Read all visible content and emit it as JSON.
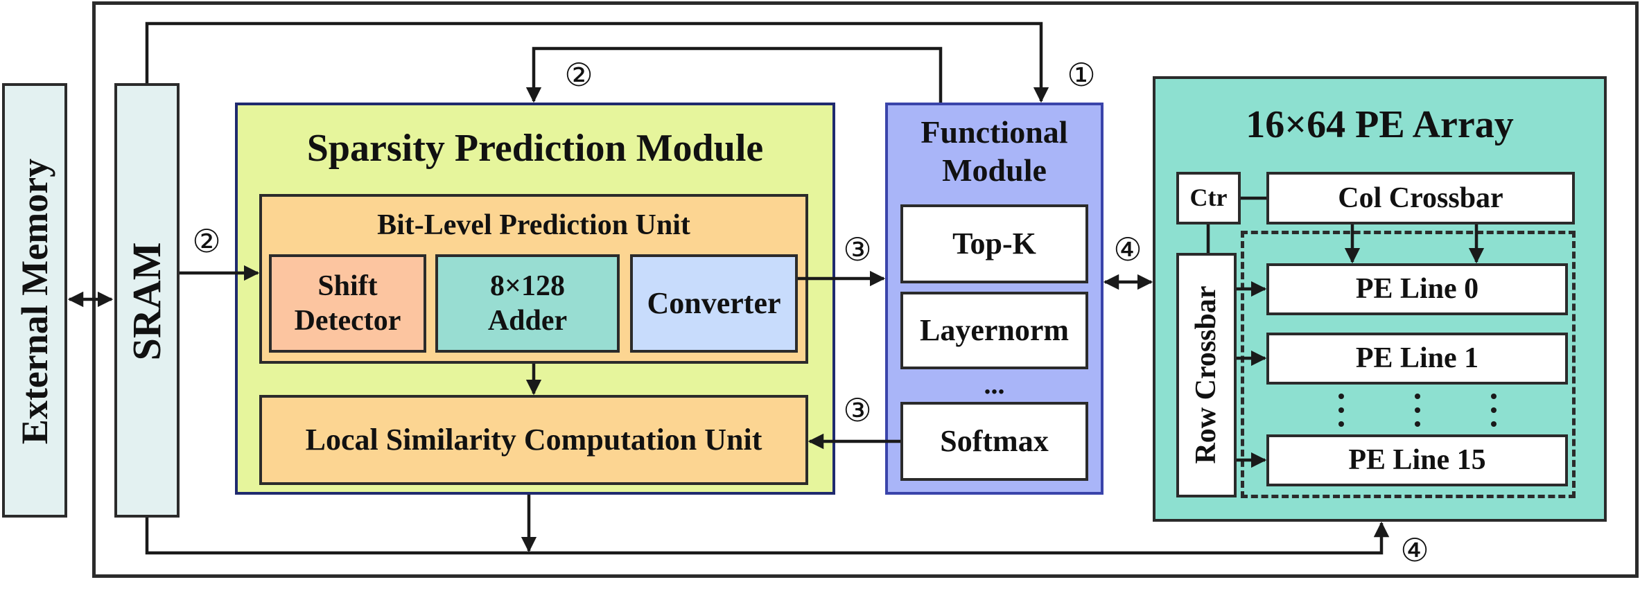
{
  "external_memory": {
    "label": "External Memory"
  },
  "sram": {
    "label": "SRAM"
  },
  "sparsity_module": {
    "title": "Sparsity Prediction Module",
    "bit_level_unit": {
      "title": "Bit-Level Prediction Unit",
      "shift_detector": "Shift\nDetector",
      "adder": "8×128\nAdder",
      "converter": "Converter"
    },
    "local_similarity": "Local Similarity Computation Unit"
  },
  "functional_module": {
    "title": "Functional\nModule",
    "items": [
      "Top-K",
      "Layernorm",
      "...",
      "Softmax"
    ]
  },
  "pe_array": {
    "title": "16×64 PE Array",
    "ctr": "Ctr",
    "col_crossbar": "Col Crossbar",
    "row_crossbar": "Row Crossbar",
    "pe_lines": [
      "PE Line 0",
      "PE Line 1",
      "PE Line 15"
    ]
  },
  "markers": {
    "one": "①",
    "two": "②",
    "three": "③",
    "four": "④"
  },
  "colors": {
    "memory_fill": "#e3f1f1",
    "sparsity_fill": "#e6f59c",
    "sparsity_border": "#1f2a6e",
    "bit_level_fill": "#fcd592",
    "shift_fill": "#fcc5a0",
    "adder_fill": "#98ddd2",
    "converter_fill": "#c8dcfc",
    "functional_fill": "#a9b5f8",
    "pe_array_fill": "#8de0d0"
  }
}
